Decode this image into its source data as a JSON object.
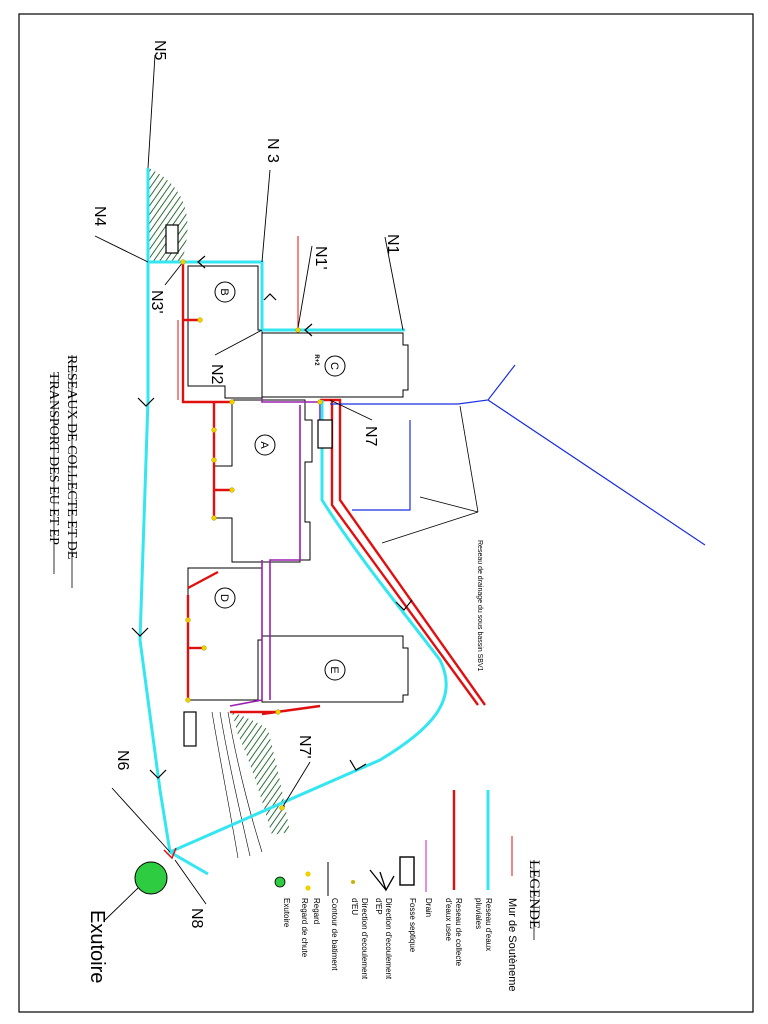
{
  "drawing": {
    "title_line1": "RESEAUX DE COLLECTE ET DE",
    "title_line2": "TRANSPORT DES EU ET EP",
    "outlet_label": "Exutoire",
    "subbasin_note": "Reseau de drainage du sous bassin SBV1"
  },
  "nodes": {
    "n1": "N1",
    "n1p": "N1'",
    "n2": "N2",
    "n3": "N 3",
    "n3p": "N3'",
    "n4": "N4",
    "n5": "N5",
    "n6": "N6",
    "n7": "N7",
    "n7p": "N7'",
    "n8": "N8"
  },
  "buildings": {
    "a": "A",
    "b": "B",
    "c": "C",
    "c_floors": "R+2",
    "d": "D",
    "e": "E"
  },
  "legend": {
    "title": "LEGENDE",
    "items": [
      {
        "symbol": "red-line",
        "lines": [
          "Mur  de  Soutèneme"
        ]
      },
      {
        "symbol": "cyan-line",
        "lines": [
          "Reseau d'eaux",
          "pluviales"
        ]
      },
      {
        "symbol": "red-thick-line",
        "lines": [
          "Reseau de collecte",
          "d'eaux usee"
        ]
      },
      {
        "symbol": "magenta-line",
        "lines": [
          "Drain"
        ]
      },
      {
        "symbol": "septic-tank",
        "lines": [
          "Fosse septique"
        ]
      },
      {
        "symbol": "flow-arrow",
        "lines": [
          "Direction d'ecoulement",
          "d'EP"
        ]
      },
      {
        "symbol": "small-arrow",
        "lines": [
          "Direction d'ecoulement",
          "d'EU"
        ]
      },
      {
        "symbol": "black-line",
        "lines": [
          "Contour de batiment"
        ]
      },
      {
        "symbol": "yellow-dot",
        "lines": [
          "Regard"
        ]
      },
      {
        "symbol": "yellow-drop",
        "lines": [
          "Regard de chute"
        ]
      },
      {
        "symbol": "green-circle",
        "lines": [
          "Exutoire"
        ]
      }
    ]
  },
  "colors": {
    "stormwater": "#33e6f0",
    "wastewater": "#e01010",
    "drain": "#9b1fb0",
    "drainage_sbv1": "#1a2fe0",
    "hatch": "#2f6f3a",
    "outlet": "#2ecc40",
    "manhole": "#f0d000"
  }
}
